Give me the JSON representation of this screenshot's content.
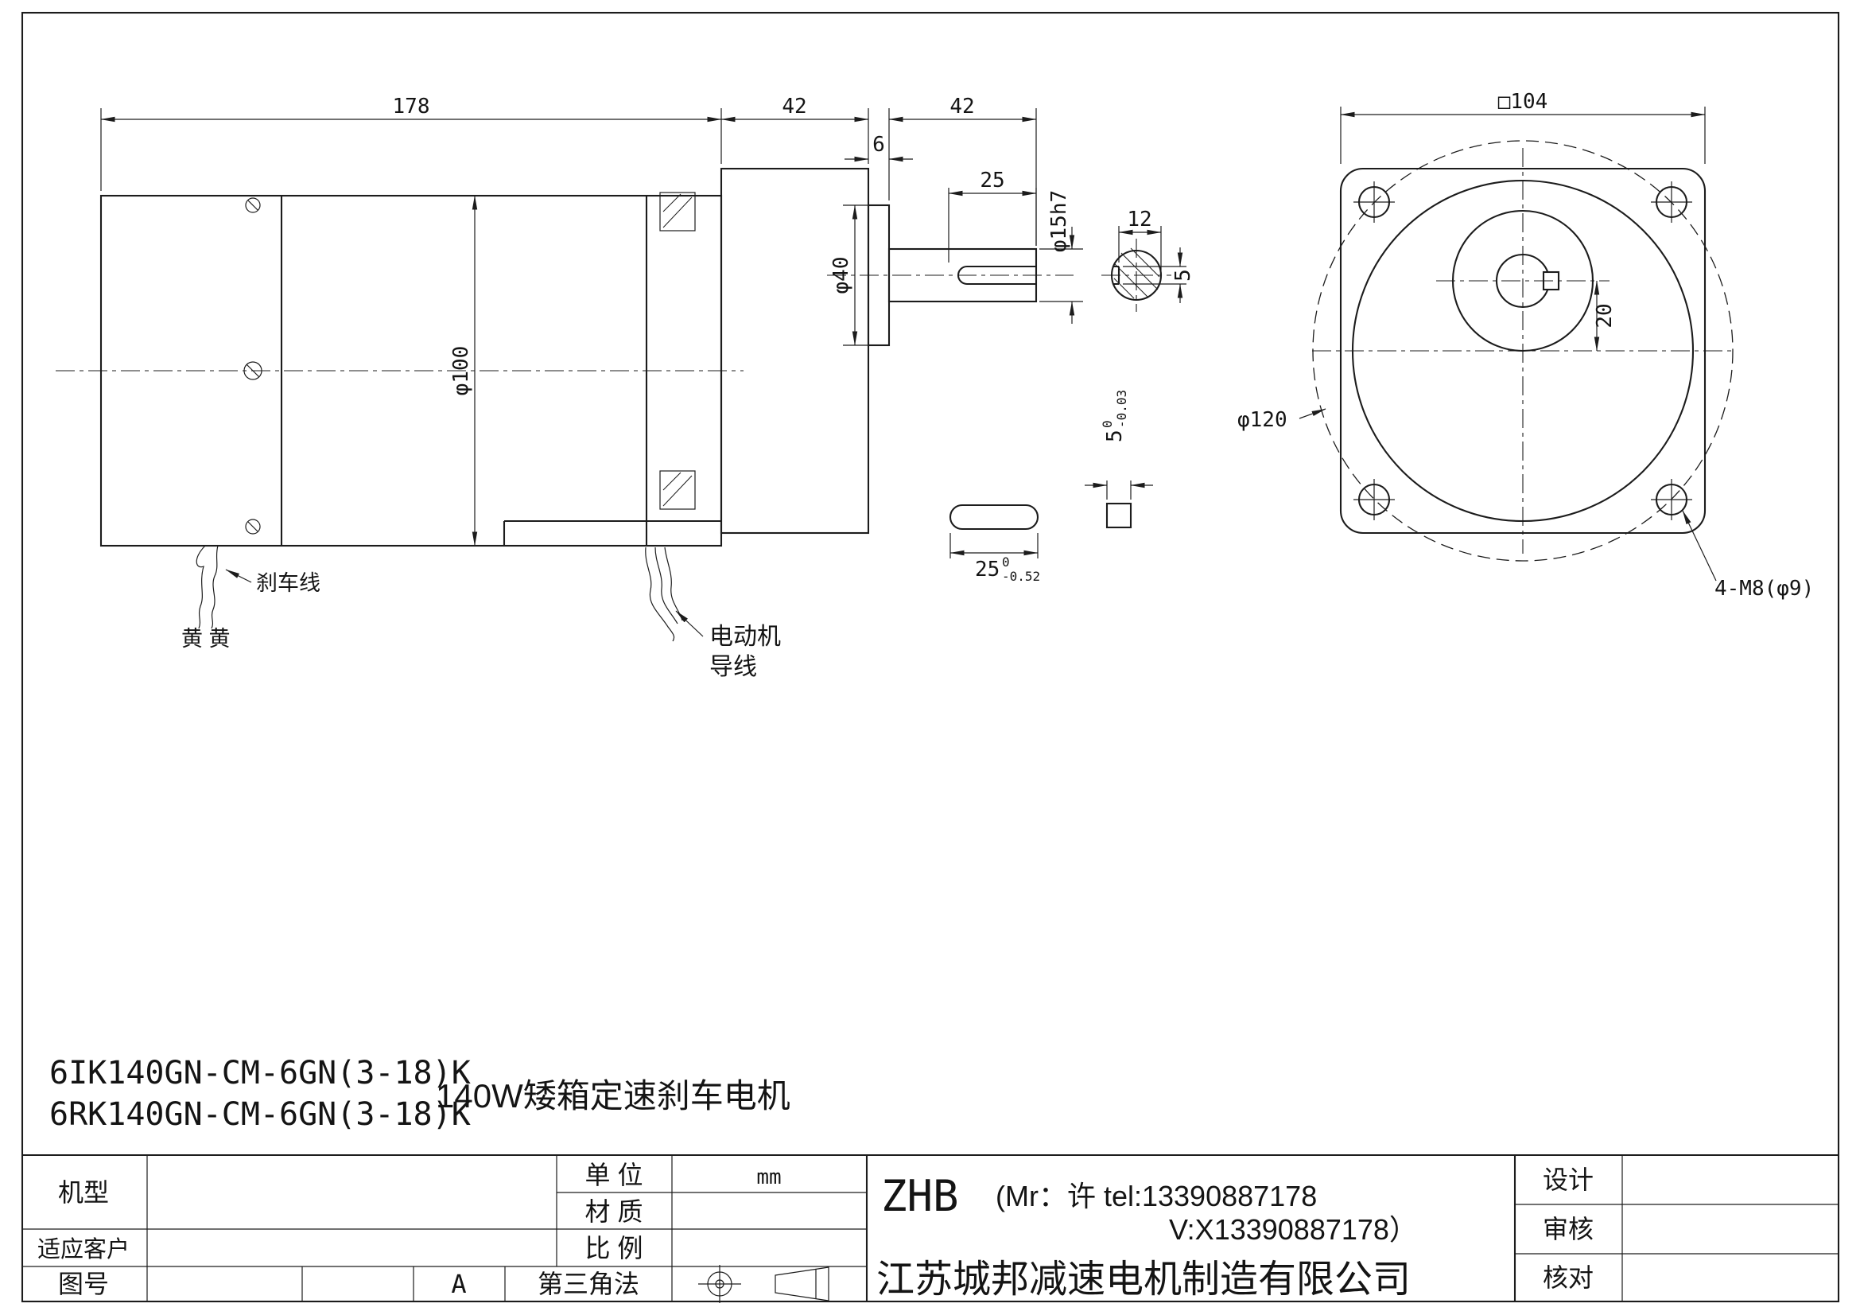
{
  "side_view": {
    "dims": {
      "d178": "178",
      "d42a": "42",
      "d42b": "42",
      "d6": "6",
      "d25": "25",
      "d15h7": "φ15h7",
      "d40": "φ40",
      "d100": "φ100"
    },
    "labels": {
      "brake_wire": "刹车线",
      "yellow_yellow": "黄 黄",
      "motor_lead_line1": "电动机",
      "motor_lead_line2": "导线"
    }
  },
  "shaft_section": {
    "d12": "12",
    "d5": "5"
  },
  "key_side": {
    "value": "25",
    "tol_top": "0",
    "tol_bot": "-0.52"
  },
  "key_section": {
    "value": "5",
    "tol_top": "0",
    "tol_bot": "-0.03"
  },
  "front_view": {
    "d104": "□104",
    "d120": "φ120",
    "d20": "20",
    "holes": "4-M8(φ9)"
  },
  "notes": {
    "model_1": "6IK140GN-CM-6GN(3-18)K",
    "model_2": "6RK140GN-CM-6GN(3-18)K",
    "title": "140W矮箱定速刹车电机"
  },
  "title_block": {
    "model_label": "机型",
    "customer_label": "适应客户",
    "drawing_no_label": "图号",
    "revision": "A",
    "unit_label": "单  位",
    "unit_value": "mm",
    "material_label": "材  质",
    "scale_label": "比  例",
    "projection_label": "第三角法",
    "design_label": "设计",
    "review_label": "审核",
    "check_label": "核对",
    "brand": "ZHB",
    "contact_line1": "(Mr：许 tel:13390887178",
    "contact_line2": "V:X13390887178）",
    "company_name": "江苏城邦减速电机制造有限公司"
  }
}
